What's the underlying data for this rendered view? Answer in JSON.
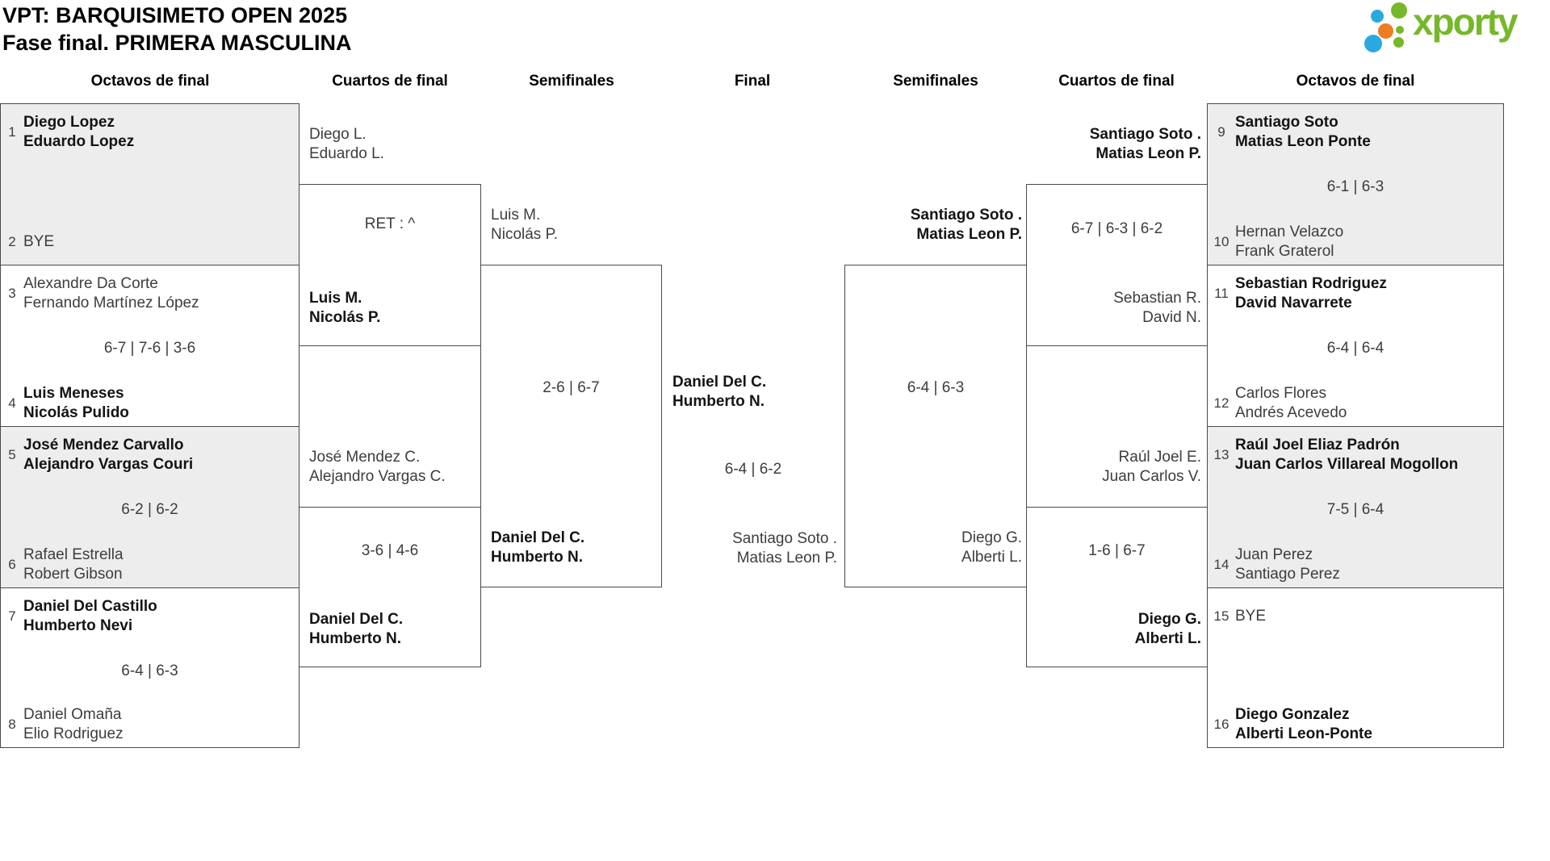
{
  "header": {
    "title_line1": "VPT: BARQUISIMETO OPEN 2025",
    "title_line2": "Fase final. PRIMERA MASCULINA",
    "logo_text": "xporty"
  },
  "colors": {
    "logo_green": "#76b82a",
    "logo_blue": "#2aa9e0",
    "logo_orange": "#ee7c20",
    "box_fill_gray": "#ededed",
    "line_gray": "#4a4a4a"
  },
  "round_headers": {
    "r16_left": "Octavos de final",
    "qf_left": "Cuartos de final",
    "sf_left": "Semifinales",
    "final": "Final",
    "sf_right": "Semifinales",
    "qf_right": "Cuartos de final",
    "r16_right": "Octavos de final"
  },
  "r16": [
    {
      "seed1": "1",
      "p1l1": "Diego Lopez",
      "p1l2": "Eduardo Lopez",
      "score": "",
      "seed2": "2",
      "p2l1": "BYE",
      "p2l2": ""
    },
    {
      "seed1": "3",
      "p1l1": "Alexandre Da Corte",
      "p1l2": "Fernando Martínez López",
      "score": "6-7 | 7-6 | 3-6",
      "seed2": "4",
      "p2l1": "Luis Meneses",
      "p2l2": "Nicolás Pulido"
    },
    {
      "seed1": "5",
      "p1l1": "José Mendez Carvallo",
      "p1l2": "Alejandro Vargas Couri",
      "score": "6-2 | 6-2",
      "seed2": "6",
      "p2l1": "Rafael Estrella",
      "p2l2": "Robert Gibson"
    },
    {
      "seed1": "7",
      "p1l1": "Daniel Del Castillo",
      "p1l2": "Humberto Nevi",
      "score": "6-4 | 6-3",
      "seed2": "8",
      "p2l1": "Daniel Omaña",
      "p2l2": "Elio Rodriguez"
    },
    {
      "seed1": "9",
      "p1l1": "Santiago Soto",
      "p1l2": "Matias Leon Ponte",
      "score": "6-1 | 6-3",
      "seed2": "10",
      "p2l1": "Hernan Velazco",
      "p2l2": "Frank Graterol"
    },
    {
      "seed1": "11",
      "p1l1": "Sebastian Rodriguez",
      "p1l2": "David Navarrete",
      "score": "6-4 | 6-4",
      "seed2": "12",
      "p2l1": "Carlos Flores",
      "p2l2": "Andrés Acevedo"
    },
    {
      "seed1": "13",
      "p1l1": "Raúl Joel Eliaz Padrón",
      "p1l2": "Juan Carlos Villareal Mogollon",
      "score": "7-5 | 6-4",
      "seed2": "14",
      "p2l1": "Juan Perez",
      "p2l2": "Santiago Perez"
    },
    {
      "seed1": "15",
      "p1l1": "BYE",
      "p1l2": "",
      "score": "",
      "seed2": "16",
      "p2l1": "Diego Gonzalez",
      "p2l2": "Alberti Leon-Ponte"
    }
  ],
  "qf": {
    "left_top": {
      "p1l1": "Diego L.",
      "p1l2": "Eduardo L.",
      "score": "RET : ^",
      "p2l1": "Luis M.",
      "p2l2": "Nicolás P."
    },
    "left_bottom": {
      "p1l1": "José Mendez C.",
      "p1l2": "Alejandro Vargas C.",
      "score": "3-6 | 4-6",
      "p2l1": "Daniel Del C.",
      "p2l2": "Humberto N."
    },
    "right_top": {
      "p1l1": "Santiago Soto .",
      "p1l2": "Matias Leon P.",
      "score": "6-7 | 6-3 | 6-2",
      "p2l1": "Sebastian R.",
      "p2l2": "David N."
    },
    "right_bottom": {
      "p1l1": "Raúl Joel E.",
      "p1l2": "Juan Carlos V.",
      "score": "1-6 | 6-7",
      "p2l1": "Diego G.",
      "p2l2": "Alberti L."
    }
  },
  "sf": {
    "left": {
      "p1l1": "Luis M.",
      "p1l2": "Nicolás P.",
      "score": "2-6 | 6-7",
      "p2l1": "Daniel Del C.",
      "p2l2": "Humberto N."
    },
    "right": {
      "p1l1": "Santiago Soto .",
      "p1l2": "Matias Leon P.",
      "score": "6-4 | 6-3",
      "p2l1": "Diego G.",
      "p2l2": "Alberti L."
    }
  },
  "final": {
    "p1l1": "Daniel Del C.",
    "p1l2": "Humberto N.",
    "score": "6-4 | 6-2",
    "p2l1": "Santiago Soto .",
    "p2l2": "Matias Leon P."
  }
}
